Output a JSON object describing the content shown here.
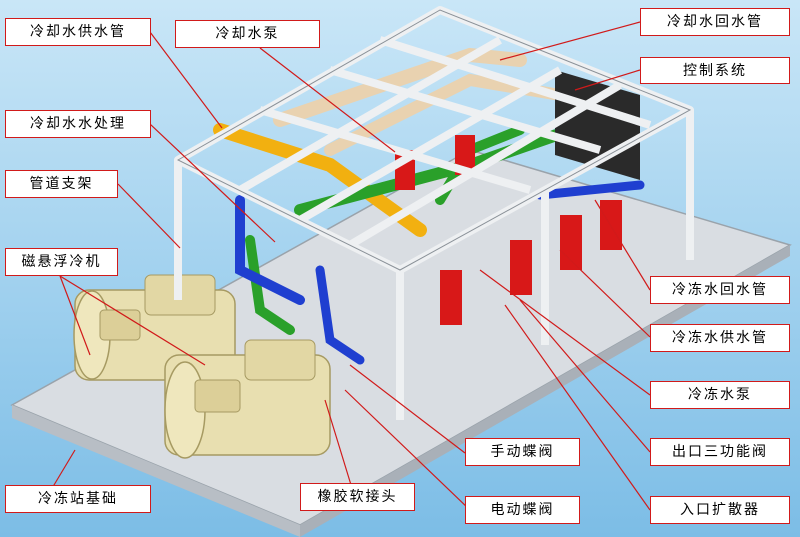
{
  "labels": {
    "chw_supply_left": "冷却水供水管",
    "cooling_pump": "冷却水泵",
    "cw_return": "冷却水回水管",
    "control_system": "控制系统",
    "water_treatment": "冷却水水处理",
    "pipe_support": "管道支架",
    "maglev_chiller": "磁悬浮冷机",
    "chilled_return": "冷冻水回水管",
    "chilled_supply": "冷冻水供水管",
    "chilled_pump": "冷冻水泵",
    "manual_valve": "手动蝶阀",
    "outlet_valve": "出口三功能阀",
    "foundation": "冷冻站基础",
    "rubber_joint": "橡胶软接头",
    "electric_valve": "电动蝶阀",
    "inlet_diffuser": "入口扩散器"
  },
  "colors": {
    "label_border": "#d11a1a",
    "leader_line": "#d11a1a",
    "frame": "#eef0f2",
    "base": "#d9dde2",
    "chiller": "#e8dfb0",
    "pipe_yellow": "#f2b010",
    "pipe_beige": "#e9d2b0",
    "pipe_green": "#2aa02a",
    "pipe_blue": "#1f3fd0",
    "pump_red": "#d81818"
  }
}
